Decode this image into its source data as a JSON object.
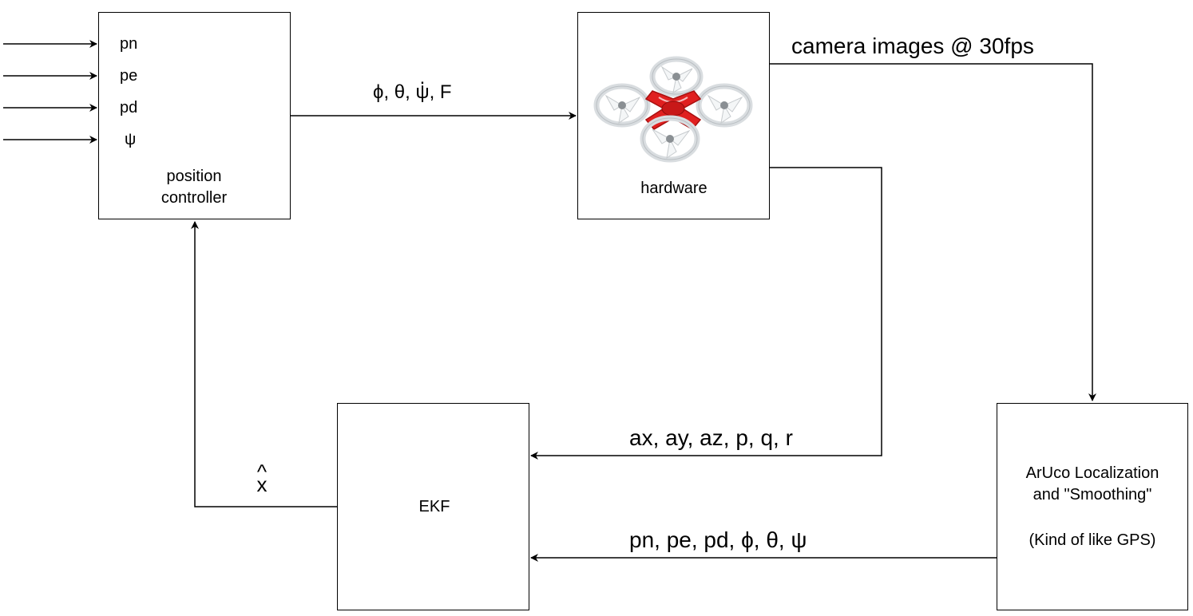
{
  "blocks": {
    "position_controller": {
      "inputs": [
        "pn",
        "pe",
        "pd",
        "ψ"
      ],
      "label_line1": "position",
      "label_line2": "controller"
    },
    "hardware": {
      "label": "hardware",
      "image": "quadcopter-drone-icon"
    },
    "ekf": {
      "label": "EKF"
    },
    "aruco": {
      "line1": "ArUco Localization",
      "line2": "and \"Smoothing\"",
      "line3": "(Kind of like GPS)"
    }
  },
  "edges": {
    "controller_to_hardware": {
      "label_pre": "ϕ, θ, ",
      "label_psi": "ψ",
      "label_post": ", F"
    },
    "hardware_to_aruco": {
      "label": "camera images @ 30fps"
    },
    "hardware_to_ekf": {
      "label": "ax, ay, az, p, q, r"
    },
    "aruco_to_ekf": {
      "label": "pn, pe, pd, ϕ, θ, ψ"
    },
    "ekf_to_controller": {
      "hat": "^",
      "label": "x"
    }
  },
  "colors": {
    "line": "#000000",
    "drone_body": "#e02020",
    "drone_frame": "#d9dde0"
  }
}
